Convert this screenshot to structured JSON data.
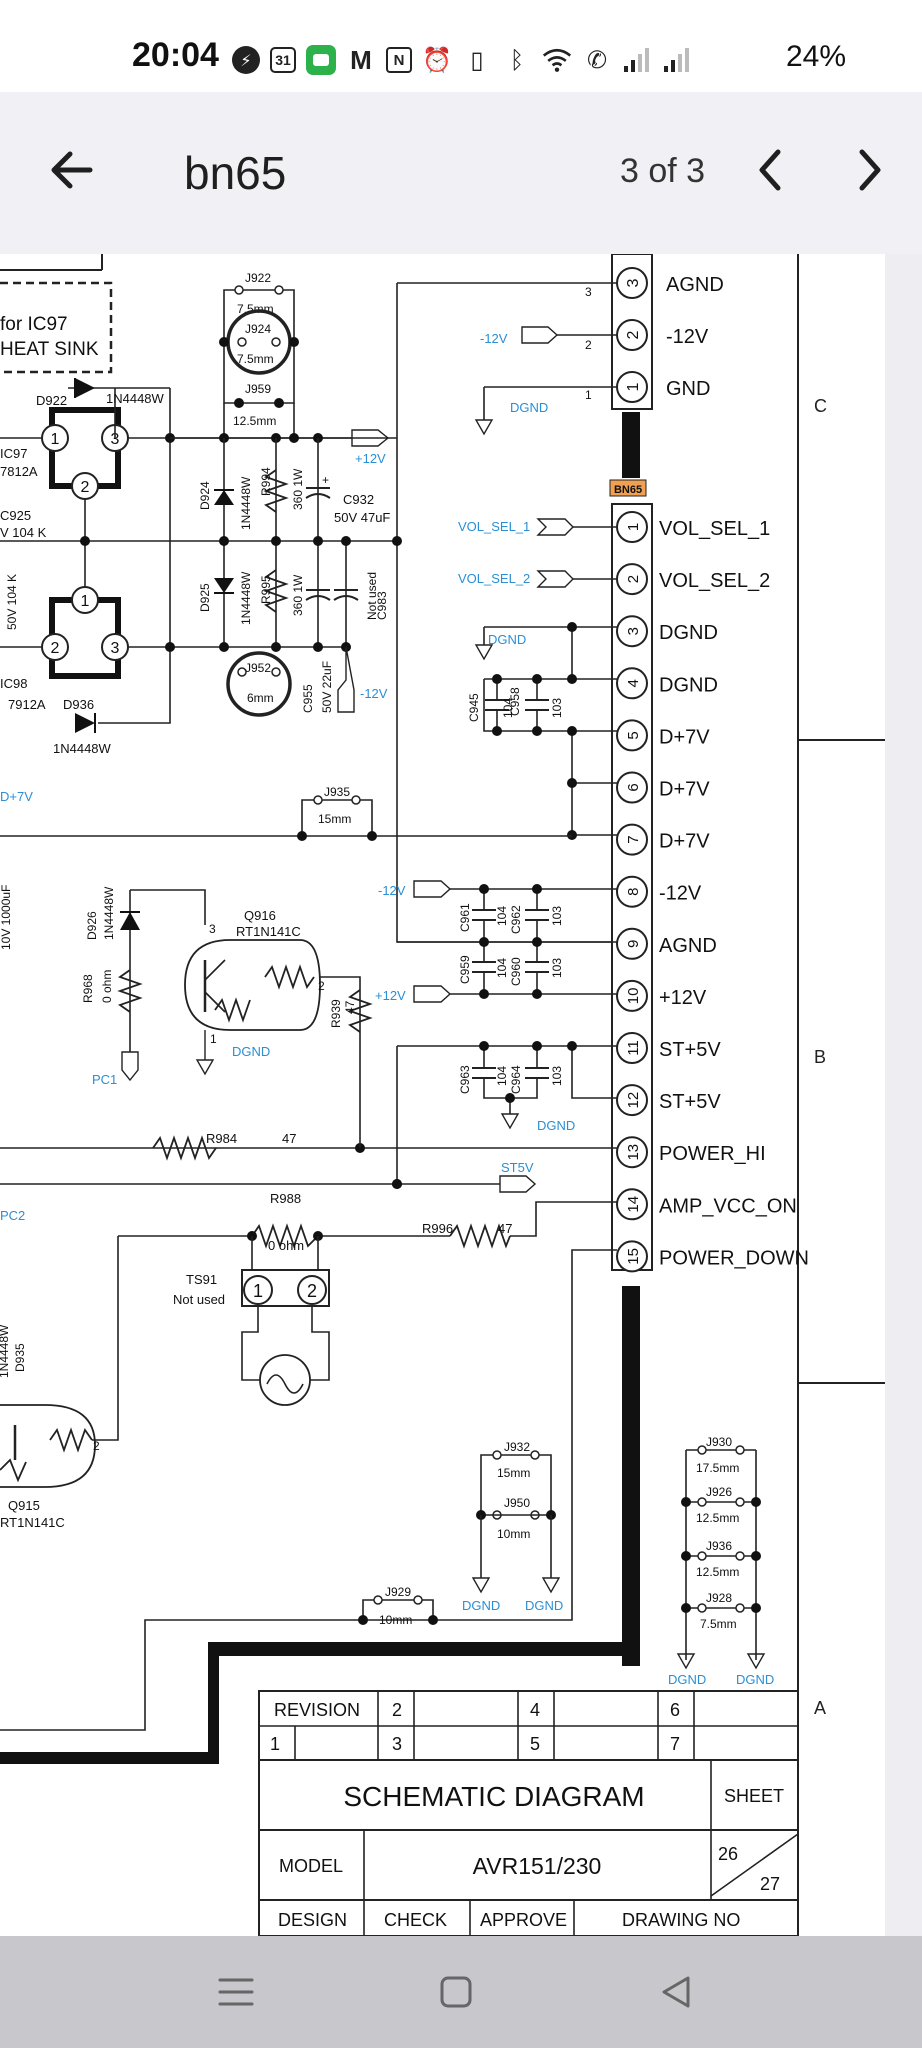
{
  "status_bar": {
    "time": "20:04",
    "battery": "24%",
    "calendar_day": "31",
    "gmail_label": "M",
    "nfc_label": "N",
    "icons": [
      "messenger-icon",
      "calendar-icon",
      "messages-icon",
      "gmail-icon",
      "nfc-icon",
      "alarm-icon",
      "vibrate-icon",
      "bluetooth-icon",
      "wifi-icon",
      "wifi-call-icon",
      "signal-icon",
      "signal-icon"
    ]
  },
  "app_bar": {
    "title": "bn65",
    "page_counter": "3 of 3",
    "icons": [
      "back-arrow-icon",
      "chevron-left-icon",
      "chevron-right-icon"
    ]
  },
  "schematic": {
    "heat_sink_note": [
      "for IC97",
      "HEAT SINK"
    ],
    "connector_name": "BN65",
    "upper_connector_pins": [
      {
        "num": "3",
        "label": "AGND"
      },
      {
        "num": "2",
        "label": "-12V"
      },
      {
        "num": "1",
        "label": "GND"
      }
    ],
    "main_connector_pins": [
      {
        "num": "1",
        "label": "VOL_SEL_1"
      },
      {
        "num": "2",
        "label": "VOL_SEL_2"
      },
      {
        "num": "3",
        "label": "DGND"
      },
      {
        "num": "4",
        "label": "DGND"
      },
      {
        "num": "5",
        "label": "D+7V"
      },
      {
        "num": "6",
        "label": "D+7V"
      },
      {
        "num": "7",
        "label": "D+7V"
      },
      {
        "num": "8",
        "label": "-12V"
      },
      {
        "num": "9",
        "label": "AGND"
      },
      {
        "num": "10",
        "label": "+12V"
      },
      {
        "num": "11",
        "label": "ST+5V"
      },
      {
        "num": "12",
        "label": "ST+5V"
      },
      {
        "num": "13",
        "label": "POWER_HI"
      },
      {
        "num": "14",
        "label": "AMP_VCC_ON"
      },
      {
        "num": "15",
        "label": "POWER_DOWN"
      }
    ],
    "net_labels": {
      "neg12_upper": "-12V",
      "dgnd_upper": "DGND",
      "vol_sel_1": "VOL_SEL_1",
      "vol_sel_2": "VOL_SEL_2",
      "dgnd_c945": "DGND",
      "neg12_mid": "-12V",
      "pos12_mid": "+12V",
      "dgnd_c963": "DGND",
      "st5v": "ST5V",
      "pos12_top": "+12V",
      "neg12_right": "-12V",
      "dgnd_q916": "DGND",
      "pc1": "PC1",
      "pc2": "PC2",
      "d7v": "D+7V",
      "dgnd_j932": "DGND",
      "dgnd_j950": "DGND",
      "dgnd_j928a": "DGND",
      "dgnd_j928b": "DGND"
    },
    "components": {
      "j922": "J922",
      "j922_v": "7.5mm",
      "j924": "J924",
      "j924_v": "7.5mm",
      "j959": "J959",
      "j959_v": "12.5mm",
      "d922": "D922",
      "d922_v": "1N4448W",
      "ic97": "IC97",
      "ic97_v": "7812A",
      "c925": "C925",
      "c925_v": "V 104 K",
      "d924": "D924",
      "d924_v": "1N4448W",
      "r994": "R994",
      "r994_v": "360 1W",
      "c932": "C932",
      "c932_v": "50V 47uF",
      "d925": "D925",
      "d925_v": "1N4448W",
      "r995": "R995",
      "r995_v": "360 1W",
      "c983": "C983",
      "c983_v": "Not used",
      "c955": "C955",
      "c955_v": "50V 22uF",
      "j952": "J952",
      "j952_v": "6mm",
      "ic98": "IC98",
      "ic98_v": "7912A",
      "c_left_v": "50V 104 K",
      "d936": "D936",
      "d936_v": "1N4448W",
      "j935": "J935",
      "j935_v": "15mm",
      "c_left2_v": "10V 1000uF",
      "d926": "D926",
      "d926_v": "1N4448W",
      "r968": "R968",
      "r968_v": "0 ohm",
      "q916": "Q916",
      "q916_v": "RT1N141C",
      "r939": "R939",
      "r939_v": "47",
      "c945": "C945",
      "c958": "C958",
      "v104": "104",
      "v103": "103",
      "c961": "C961",
      "c962": "C962",
      "c959": "C959",
      "c960": "C960",
      "c963": "C963",
      "c964": "C964",
      "r984": "R984",
      "r984_v": "47",
      "r988": "R988",
      "r988_v": "0 ohm",
      "r996": "R996",
      "r996_v": "47",
      "ts91": "TS91",
      "ts91_v": "Not used",
      "d935": "D935",
      "d935_v": "1N4448W",
      "q915": "Q915",
      "q915_v": "RT1N141C",
      "j932": "J932",
      "j932_v": "15mm",
      "j950": "J950",
      "j950_v": "10mm",
      "j929": "J929",
      "j929_v": "10mm",
      "j930": "J930",
      "j930_v": "17.5mm",
      "j926": "J926",
      "j926_v": "12.5mm",
      "j936": "J936",
      "j936_v": "12.5mm",
      "j928": "J928",
      "j928_v": "7.5mm"
    },
    "zone_labels": [
      "C",
      "B",
      "A"
    ],
    "title_block": {
      "revision_label": "REVISION",
      "revisions_top": [
        "2",
        "4",
        "6"
      ],
      "revisions_bottom": [
        "1",
        "3",
        "5",
        "7"
      ],
      "title": "SCHEMATIC DIAGRAM",
      "sheet_label": "SHEET",
      "model_label": "MODEL",
      "model_value": "AVR151/230",
      "sheet_num": "26",
      "sheet_total": "27",
      "design_label": "DESIGN",
      "check_label": "CHECK",
      "approve_label": "APPROVE",
      "drawing_no_label": "DRAWING NO"
    }
  },
  "nav_bar": {
    "icons": [
      "menu-icon",
      "home-square-icon",
      "back-triangle-icon"
    ]
  },
  "colors": {
    "appbar_bg": "#f1f1f5",
    "navbar_bg": "#c7c7cc",
    "net_label_blue": "#2a8fd4",
    "connector_tag": "#f0a050"
  }
}
